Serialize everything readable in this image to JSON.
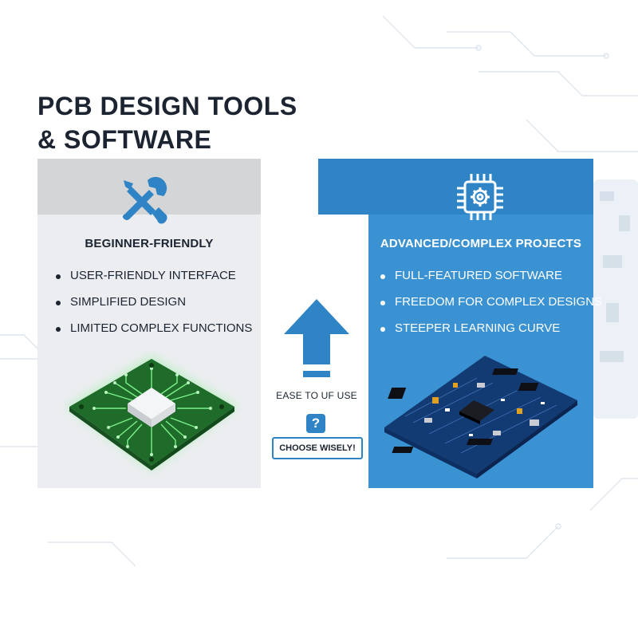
{
  "page": {
    "title_line1": "PCB DESIGN TOOLS",
    "title_line2": "& SOFTWARE"
  },
  "left_panel": {
    "icon": "wrench-screwdriver-icon",
    "heading": "BEGINNER-FRIENDLY",
    "features": [
      "USER-FRIENDLY INTERFACE",
      "SIMPLIFIED DESIGN",
      "LIMITED COMPLEX FUNCTIONS"
    ],
    "image": "green-pcb-chip-illustration"
  },
  "right_panel": {
    "icon": "microchip-gear-icon",
    "heading": "ADVANCED/COMPLEX PROJECTS",
    "features": [
      "FULL-FEATURED SOFTWARE",
      "FREEDOM FOR COMPLEX DESIGNS",
      "STEEPER LEARNING CURVE"
    ],
    "image": "blue-complex-pcb-illustration"
  },
  "center": {
    "arrow": "arrow-up-icon",
    "ease_label": "EASE TO UF USE",
    "question_mark": "?",
    "choose_label": "CHOOSE WISELY!"
  },
  "colors": {
    "accent_blue": "#2f84c6",
    "panel_blue": "#3b92d2",
    "panel_gray": "#ebedf0",
    "header_gray": "#d4d5d7",
    "text_dark": "#1b2430",
    "pcb_green": "#2e7d32"
  }
}
